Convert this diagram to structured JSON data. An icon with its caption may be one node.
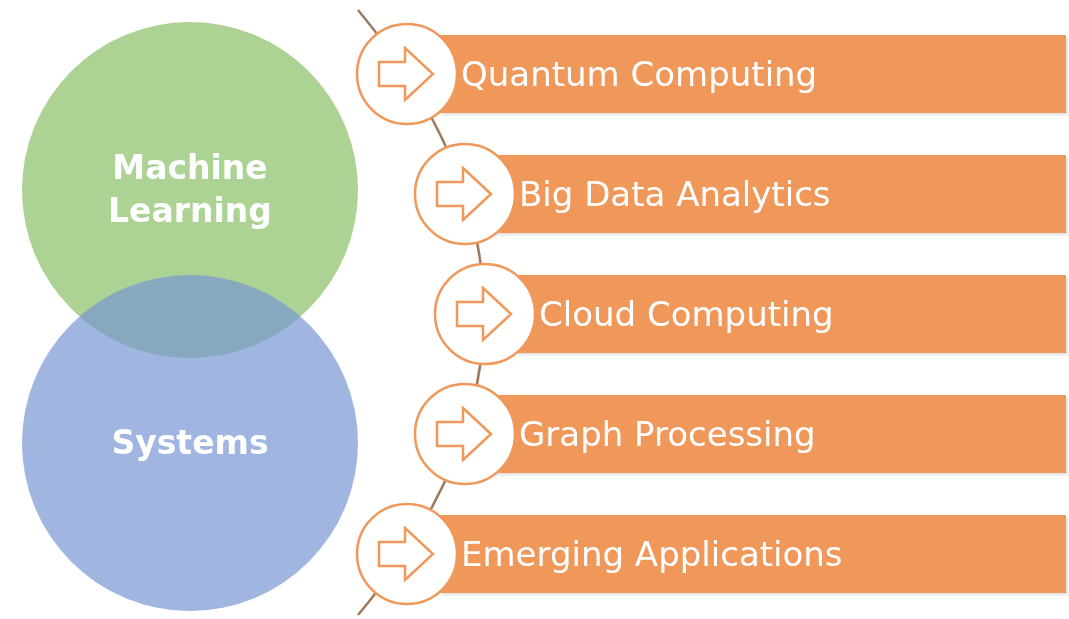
{
  "diagram": {
    "nodes": [
      {
        "text": [
          "Machine Learning"
        ]
      },
      {
        "text": [
          "Systems"
        ]
      },
      {
        "text": [
          "Quantum Computing"
        ]
      },
      {
        "text": [
          "Big Data Analytics"
        ]
      },
      {
        "text": [
          "Cloud Computing"
        ]
      },
      {
        "text": [
          "Graph Processing"
        ]
      },
      {
        "text": [
          "Emerging Applications"
        ]
      }
    ],
    "edges": [
      {
        "from": null,
        "to": 2,
        "arrow": "to"
      },
      {
        "from": null,
        "to": 3,
        "arrow": "to"
      },
      {
        "from": null,
        "to": 4,
        "arrow": "to"
      },
      {
        "from": null,
        "to": 5,
        "arrow": "to"
      },
      {
        "from": null,
        "to": 6,
        "arrow": "to"
      }
    ]
  }
}
